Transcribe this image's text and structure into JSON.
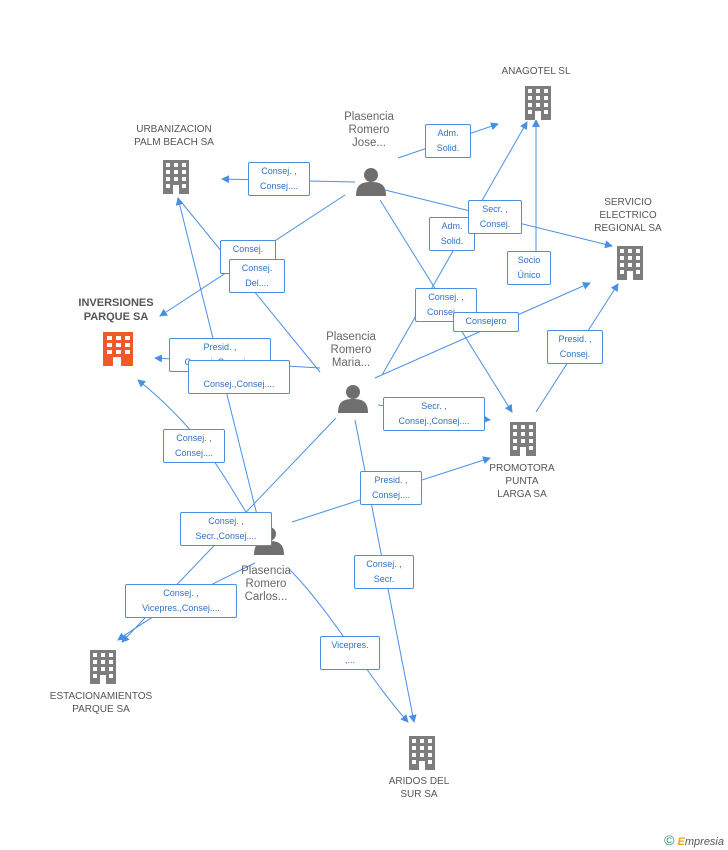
{
  "colors": {
    "edge": "#4a90e2",
    "building": "#7d7d7d",
    "focus_building": "#f05a28",
    "person": "#6f6f6f"
  },
  "nodes": {
    "anagotel": {
      "label": "ANAGOTEL SL",
      "type": "company"
    },
    "urbanizacion": {
      "label_line1": "URBANIZACION",
      "label_line2": "PALM BEACH SA",
      "type": "company"
    },
    "servicio": {
      "label_line1": "SERVICIO",
      "label_line2": "ELECTRICO",
      "label_line3": "REGIONAL SA",
      "type": "company"
    },
    "inversiones": {
      "label_line1": "INVERSIONES",
      "label_line2": "PARQUE SA",
      "type": "company-focus"
    },
    "promotora": {
      "label_line1": "PROMOTORA",
      "label_line2": "PUNTA",
      "label_line3": "LARGA SA",
      "type": "company"
    },
    "estacionamientos": {
      "label_line1": "ESTACIONAMIENTOS",
      "label_line2": "PARQUE SA",
      "type": "company"
    },
    "aridos": {
      "label_line1": "ARIDOS DEL",
      "label_line2": "SUR SA",
      "type": "company"
    },
    "jose": {
      "label_line1": "Plasencia",
      "label_line2": "Romero",
      "label_line3": "Jose...",
      "type": "person"
    },
    "maria": {
      "label_line1": "Plasencia",
      "label_line2": "Romero",
      "label_line3": "Maria...",
      "type": "person"
    },
    "carlos": {
      "label_line1": "Plasencia",
      "label_line2": "Romero",
      "label_line3": "Carlos...",
      "type": "person"
    }
  },
  "edge_labels": [
    {
      "l1": "Adm.",
      "l2": "Solid."
    },
    {
      "l1": "Consej. ,",
      "l2": "Consej...."
    },
    {
      "l1": "Consej.",
      "l2": ""
    },
    {
      "l1": "Consej.",
      "l2": "Del...."
    },
    {
      "l1": "Adm.",
      "l2": "Solid."
    },
    {
      "l1": "Secr. ,",
      "l2": "Consej."
    },
    {
      "l1": "Socio",
      "l2": "Único"
    },
    {
      "l1": "Consej. ,",
      "l2": "Consej...."
    },
    {
      "l1": "Consejero",
      "l2": ""
    },
    {
      "l1": "Presid. ,",
      "l2": "Consej."
    },
    {
      "l1": "Presid. ,",
      "l2": "Consej.,Consej...."
    },
    {
      "l1": "Consej.,Consej....",
      "l2": ""
    },
    {
      "l1": "Secr. ,",
      "l2": "Consej.,Consej...."
    },
    {
      "l1": "Consej. ,",
      "l2": "Consej...."
    },
    {
      "l1": "Presid. ,",
      "l2": "Consej...."
    },
    {
      "l1": "Consej. ,",
      "l2": "Secr.,Consej...."
    },
    {
      "l1": "Consej. ,",
      "l2": "Secr."
    },
    {
      "l1": "Consej. ,",
      "l2": "Vicepres.,Consej...."
    },
    {
      "l1": "Vicepres.",
      "l2": ",..."
    }
  ],
  "footer": {
    "copyright": "©",
    "brand_e": "E",
    "brand_rest": "mpresia"
  }
}
